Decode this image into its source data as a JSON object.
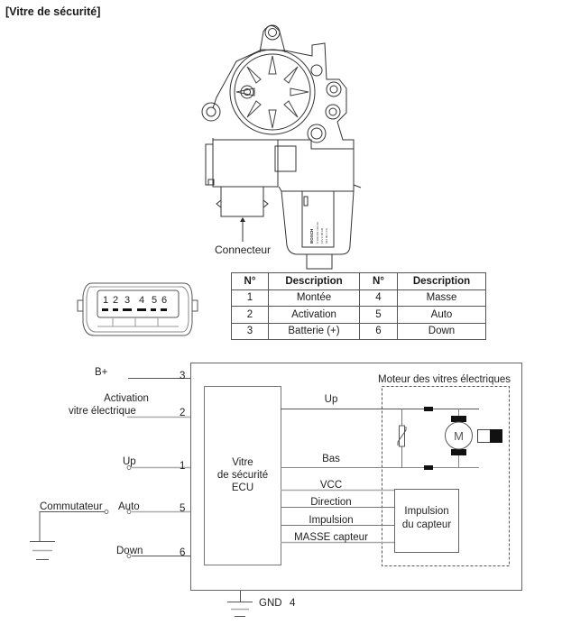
{
  "title": "[Vitre de sécurité]",
  "motor_drawing": {
    "connector_label": "Connecteur",
    "brand_marking": "BOSCH"
  },
  "connector_pinout": {
    "pins": [
      "1",
      "2",
      "3",
      "4",
      "5",
      "6"
    ]
  },
  "pin_table": {
    "headers": [
      "N°",
      "Description",
      "N°",
      "Description"
    ],
    "rows": [
      {
        "n1": "1",
        "d1": "Montée",
        "n2": "4",
        "d2": "Masse"
      },
      {
        "n1": "2",
        "d1": "Activation",
        "n2": "5",
        "d2": "Auto"
      },
      {
        "n1": "3",
        "d1": "Batterie (+)",
        "n2": "6",
        "d2": "Down"
      }
    ]
  },
  "schematic": {
    "inputs": [
      {
        "label": "B+",
        "pin": "3"
      },
      {
        "label_line1": "Activation",
        "label_line2": "vitre électrique",
        "pin": "2"
      },
      {
        "label": "Up",
        "pin": "1"
      },
      {
        "label": "Auto",
        "pin": "5"
      },
      {
        "label": "Down",
        "pin": "6"
      }
    ],
    "switch_label": "Commutateur",
    "ecu": {
      "line1": "Vitre",
      "line2": "de sécurité",
      "line3": "ECU"
    },
    "motor_box_label": "Moteur des vitres électriques",
    "motor_symbol": "M",
    "motor_lines": {
      "up": "Up",
      "down": "Bas"
    },
    "sensor_lines": [
      "VCC",
      "Direction",
      "Impulsion",
      "MASSE capteur"
    ],
    "sensor_box": {
      "line1": "Impulsion",
      "line2": "du capteur"
    },
    "ground": {
      "label": "GND",
      "pin": "4"
    }
  }
}
